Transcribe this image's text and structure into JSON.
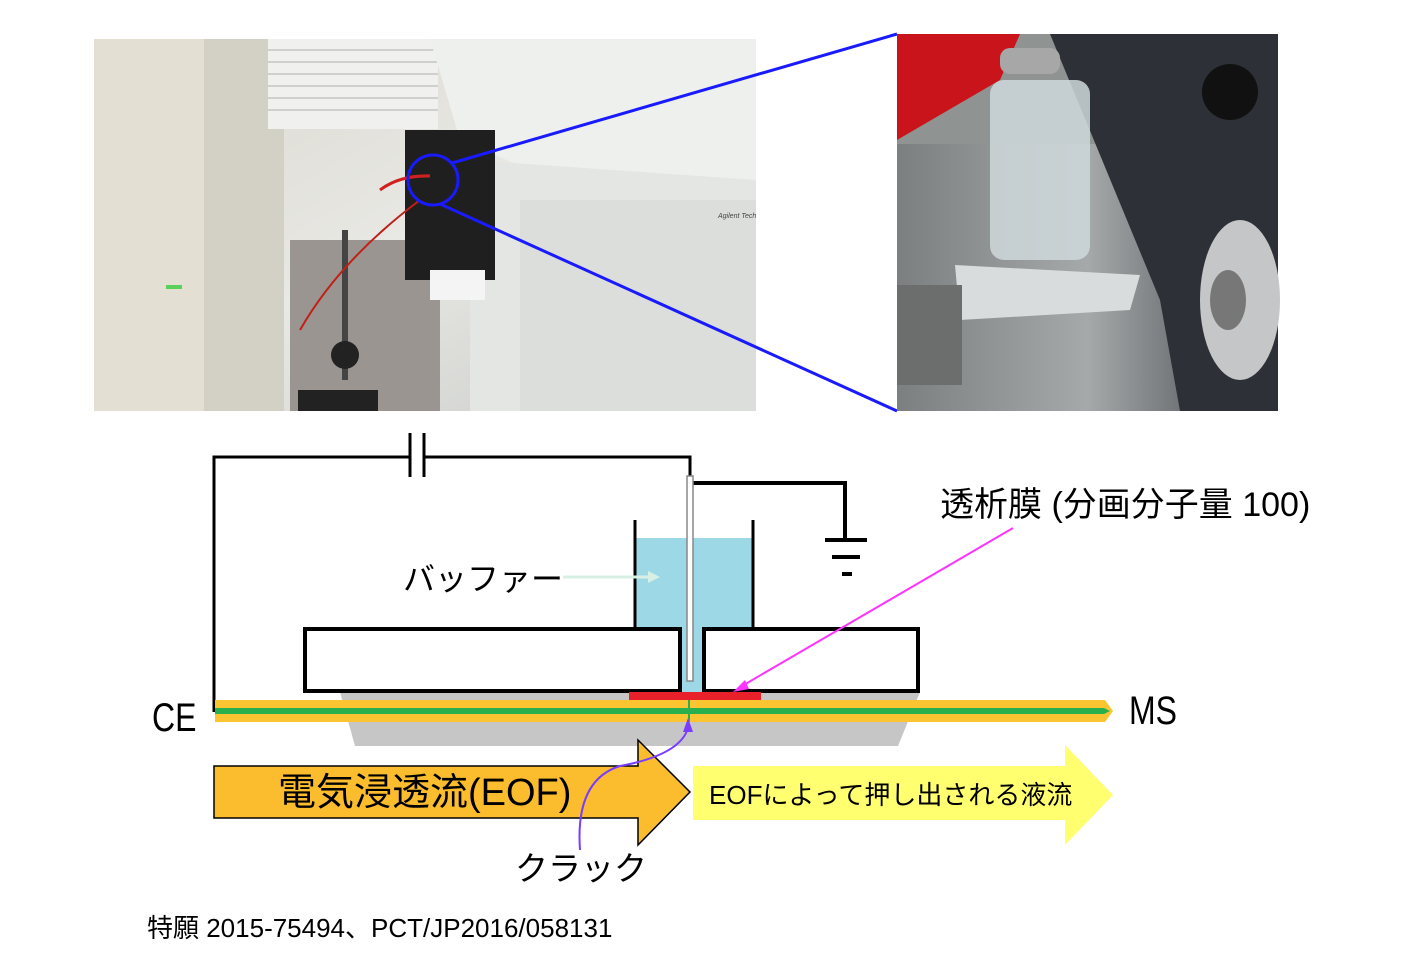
{
  "labels": {
    "membrane": "透析膜 (分画分子量 100)",
    "buffer": "バッファー",
    "ce": "CE",
    "ms": "MS",
    "eof": "電気浸透流(EOF)",
    "pushed_flow": "EOFによって押し出される液流",
    "crack": "クラック",
    "patent": "特願 2015-75494、PCT/JP2016/058131"
  },
  "photo_text": {
    "brand": "Agilent Tech"
  },
  "colors": {
    "buffer": "#9dd8e6",
    "capillary_outer": "#fbc531",
    "capillary_inner": "#2aaf4f",
    "membrane": "#e8202a",
    "eof_arrow": "#fbbd2e",
    "pushed_arrow": "#ffff70",
    "zoom_lines": "#1a1aff",
    "membrane_pointer": "#ff33ff",
    "crack_pointer": "#7a3cff"
  }
}
